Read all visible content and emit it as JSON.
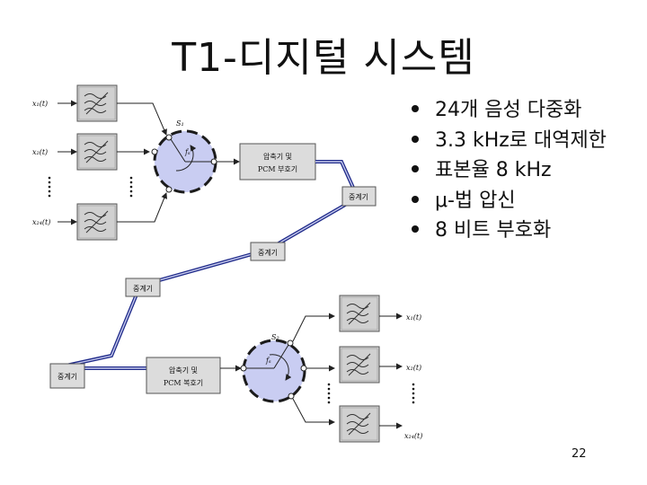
{
  "slide": {
    "title": "T1-디지털 시스템",
    "bullets": [
      "24개 음성 다중화",
      "3.3 kHz로 대역제한",
      "표본율 8 kHz",
      "μ-법 압신",
      "8 비트 부호화"
    ],
    "page_number": "22"
  },
  "diagram": {
    "inputs": [
      "x₁(t)",
      "x₂(t)",
      "x₂₄(t)"
    ],
    "outputs": [
      "x₁(t)",
      "x₂(t)",
      "x₂₄(t)"
    ],
    "switch1_label": "S₁",
    "switch2_label": "S₂",
    "rate1_label": "fₛ",
    "rate2_label": "fₛ",
    "encoder_label_line1": "압축기 및",
    "encoder_label_line2": "PCM 부호기",
    "decoder_label_line1": "압축기 및",
    "decoder_label_line2": "PCM 복호기",
    "repeater_labels": [
      "중계기",
      "중계기",
      "중계기",
      "중계기"
    ],
    "colors": {
      "line": "#1f2a8a",
      "switch_fill": "#c9cdf2",
      "block_fill": "#d0d0d0",
      "box_fill": "#dcdcdc"
    }
  }
}
